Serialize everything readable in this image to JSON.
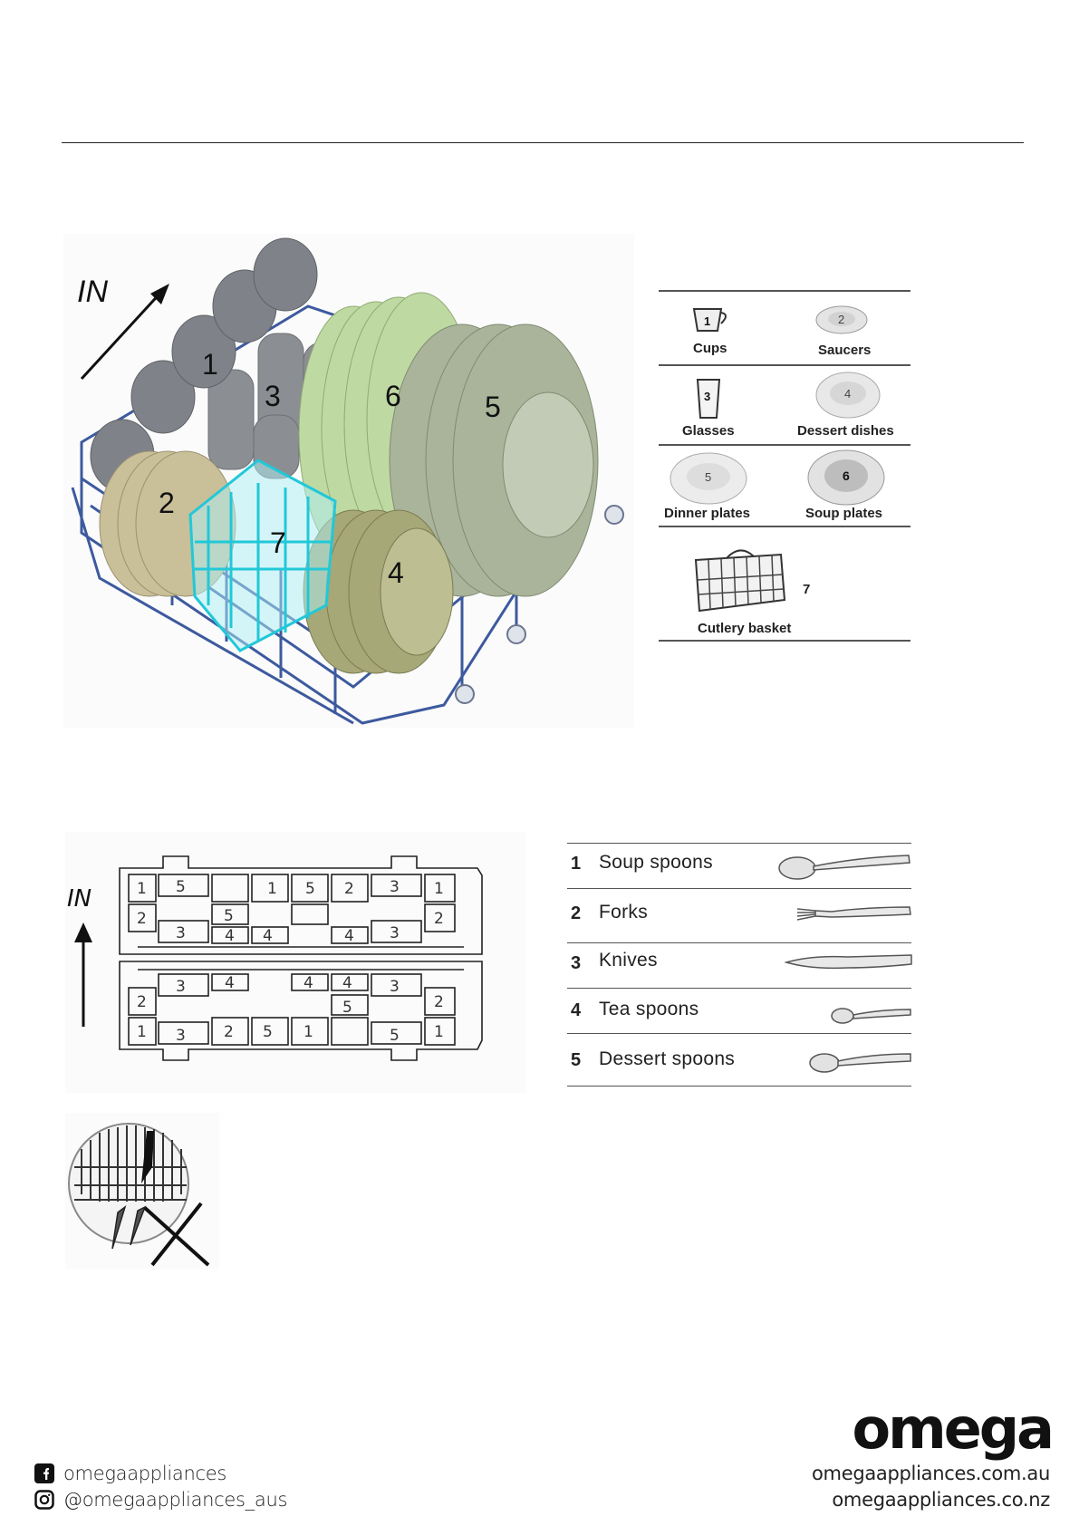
{
  "rack_diagram": {
    "direction_label": "IN",
    "zone_numbers": [
      "1",
      "2",
      "3",
      "4",
      "5",
      "6",
      "7"
    ]
  },
  "loading_legend": [
    {
      "number": "1",
      "label": "Cups"
    },
    {
      "number": "2",
      "label": "Saucers"
    },
    {
      "number": "3",
      "label": "Glasses"
    },
    {
      "number": "4",
      "label": "Dessert dishes"
    },
    {
      "number": "5",
      "label": "Dinner plates"
    },
    {
      "number": "6",
      "label": "Soup plates"
    },
    {
      "number": "7",
      "label": "Cutlery basket"
    }
  ],
  "basket_plan": {
    "direction_label": "IN"
  },
  "cutlery_legend": [
    {
      "number": "1",
      "label": "Soup spoons"
    },
    {
      "number": "2",
      "label": "Forks"
    },
    {
      "number": "3",
      "label": "Knives"
    },
    {
      "number": "4",
      "label": "Tea spoons"
    },
    {
      "number": "5",
      "label": "Dessert spoons"
    }
  ],
  "footer": {
    "brand": "omega",
    "facebook": "omegaappliances",
    "instagram": "@omegaappliances_aus",
    "site_au": "omegaappliances.com.au",
    "site_nz": "omegaappliances.co.nz"
  }
}
